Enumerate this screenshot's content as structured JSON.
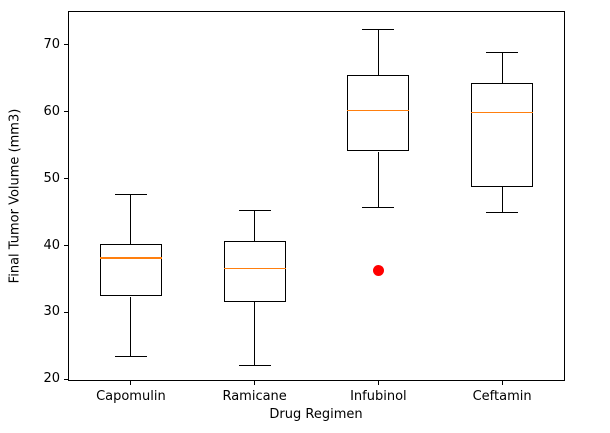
{
  "chart_data": {
    "type": "box",
    "title": "",
    "xlabel": "Drug Regimen",
    "ylabel": "Final Tumor Volume (mm3)",
    "ylim": [
      19.9,
      74.9
    ],
    "yticks": [
      20,
      30,
      40,
      50,
      60,
      70
    ],
    "grid": false,
    "legend": null,
    "categories": [
      "Capomulin",
      "Ramicane",
      "Infubinol",
      "Ceftamin"
    ],
    "series": [
      {
        "name": "Capomulin",
        "whisker_low": 23.34,
        "q1": 32.38,
        "median": 38.13,
        "q3": 40.16,
        "whisker_high": 47.69,
        "outliers": []
      },
      {
        "name": "Ramicane",
        "whisker_low": 22.05,
        "q1": 31.56,
        "median": 36.56,
        "q3": 40.66,
        "whisker_high": 45.22,
        "outliers": []
      },
      {
        "name": "Infubinol",
        "whisker_low": 45.7,
        "q1": 54.05,
        "median": 60.17,
        "q3": 65.53,
        "whisker_high": 72.23,
        "outliers": [
          36.32
        ]
      },
      {
        "name": "Ceftamin",
        "whisker_low": 45.0,
        "q1": 48.72,
        "median": 59.85,
        "q3": 64.3,
        "whisker_high": 68.92,
        "outliers": []
      }
    ],
    "colors": {
      "box_edge": "#000000",
      "whisker": "#000000",
      "median": "#ff7f0e",
      "outlier": "#ff0000",
      "background": "#ffffff"
    }
  }
}
